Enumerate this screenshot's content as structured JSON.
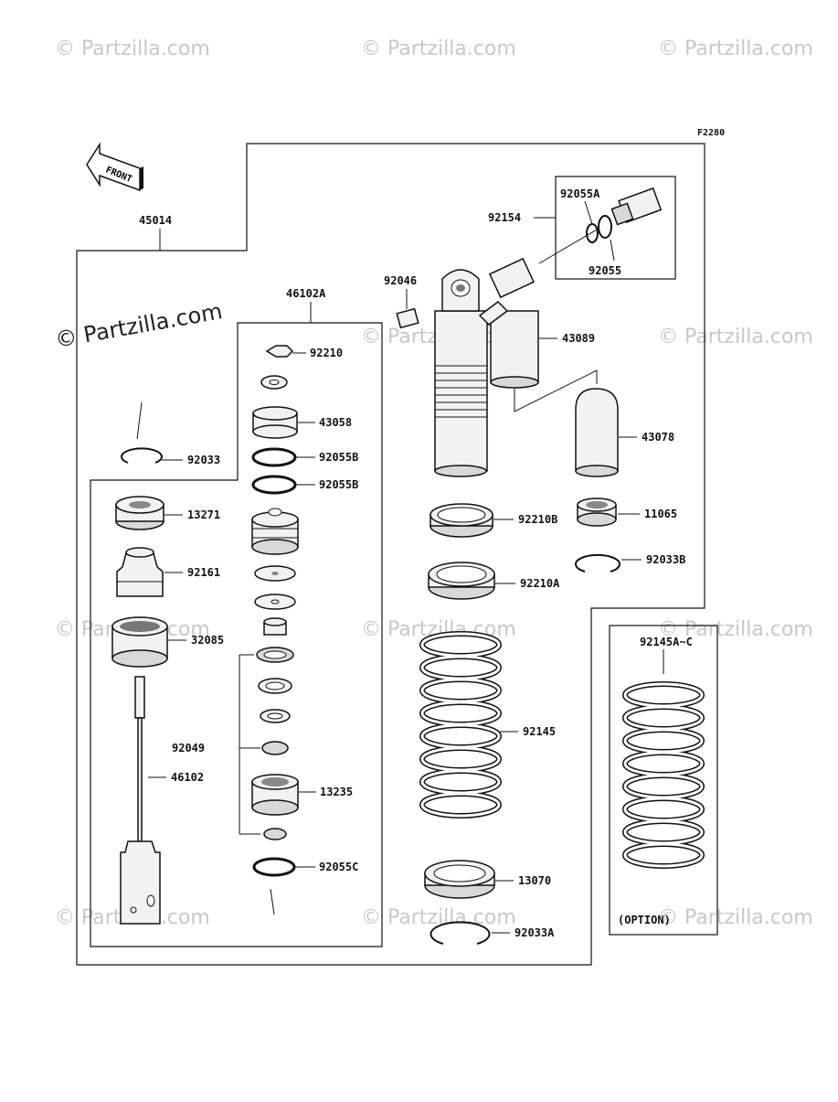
{
  "diagram_code": "F2280",
  "watermarks": {
    "main": "© Partzilla.com",
    "faint": "© Partzilla.com"
  },
  "front_label": "FRONT",
  "option_label": "(OPTION)",
  "labels": {
    "l45014": "45014",
    "l46102A": "46102A",
    "l92210": "92210",
    "l43058": "43058",
    "l92055B_1": "92055B",
    "l92055B_2": "92055B",
    "l92033": "92033",
    "l13271": "13271",
    "l92161": "92161",
    "l32085": "32085",
    "l46102": "46102",
    "l92049": "92049",
    "l13235": "13235",
    "l92055C": "92055C",
    "l92154": "92154",
    "l92055A": "92055A",
    "l92055": "92055",
    "l92046": "92046",
    "l43089": "43089",
    "l43078": "43078",
    "l92210B": "92210B",
    "l11065": "11065",
    "l92033B": "92033B",
    "l92210A": "92210A",
    "l92145": "92145",
    "l92145AC": "92145A~C",
    "l13070": "13070",
    "l92033A": "92033A"
  }
}
